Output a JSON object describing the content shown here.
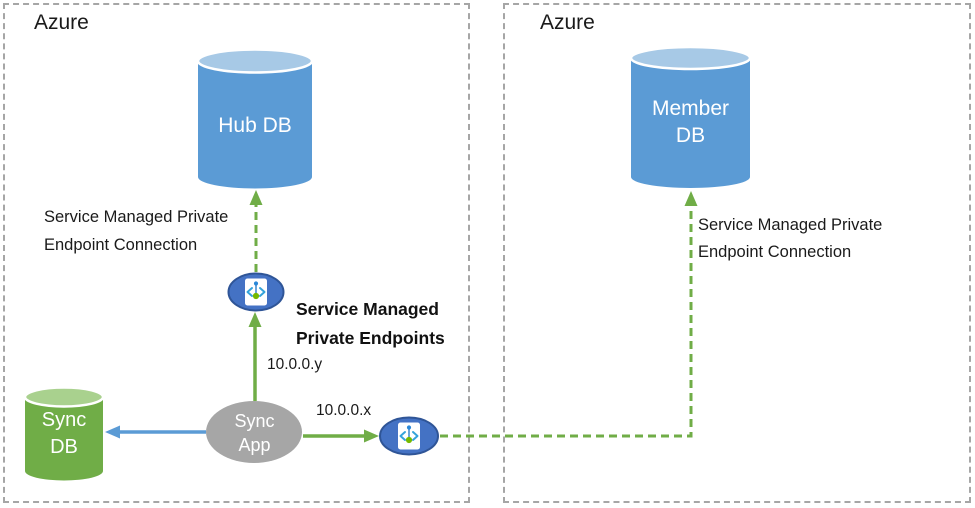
{
  "regions": {
    "left": {
      "label": "Azure"
    },
    "right": {
      "label": "Azure"
    }
  },
  "nodes": {
    "hub_db": {
      "label": "Hub DB"
    },
    "member_db": {
      "label": "Member\nDB"
    },
    "sync_db": {
      "label": "Sync\nDB"
    },
    "sync_app": {
      "label": "Sync\nApp"
    }
  },
  "annotations": {
    "left_connection": "Service Managed Private\nEndpoint Connection",
    "right_connection": "Service Managed Private\nEndpoint Connection",
    "endpoints_title": "Service Managed\nPrivate Endpoints",
    "ip_y": "10.0.0.y",
    "ip_x": "10.0.0.x"
  },
  "icons": {
    "private_endpoint_upper": "private-endpoint-icon",
    "private_endpoint_right": "private-endpoint-icon"
  },
  "colors": {
    "arrow_green": "#70AD47",
    "db_green": "#70AD47",
    "db_green_top": "#A9D18E",
    "db_blue": "#5B9BD5",
    "db_blue_top": "#A7C9E6",
    "arrow_blue": "#5B9BD5",
    "endpoint_fill": "#4472C4",
    "endpoint_border": "#2F5597",
    "box_border_gray": "#A6A6A6",
    "app_gray": "#A6A6A6",
    "text": "#1A1A1A"
  }
}
